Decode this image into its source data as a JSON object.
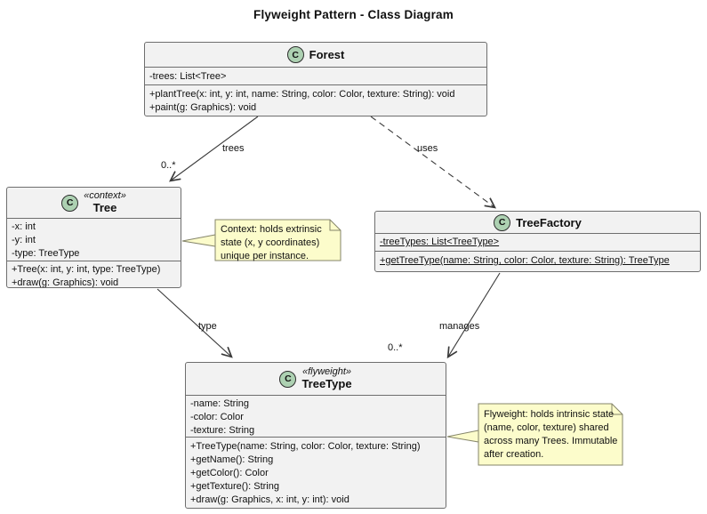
{
  "title": "Flyweight Pattern - Class Diagram",
  "badge": {
    "letter": "C"
  },
  "classes": [
    {
      "name": "Forest",
      "stereotype": "",
      "attributes": [
        "-trees: List<Tree>"
      ],
      "methods": [
        "+plantTree(x: int, y: int, name: String, color: Color, texture: String): void",
        "+paint(g: Graphics): void"
      ]
    },
    {
      "name": "Tree",
      "stereotype": "«context»",
      "attributes": [
        "-x: int",
        "-y: int",
        "-type: TreeType"
      ],
      "methods": [
        "+Tree(x: int, y: int, type: TreeType)",
        "+draw(g: Graphics): void"
      ]
    },
    {
      "name": "TreeFactory",
      "stereotype": "",
      "static_members": true,
      "attributes": [
        "-treeTypes: List<TreeType>"
      ],
      "methods": [
        "+getTreeType(name: String, color: Color, texture: String): TreeType"
      ]
    },
    {
      "name": "TreeType",
      "stereotype": "«flyweight»",
      "attributes": [
        "-name: String",
        "-color: Color",
        "-texture: String"
      ],
      "methods": [
        "+TreeType(name: String, color: Color, texture: String)",
        "+getName(): String",
        "+getColor(): Color",
        "+getTexture(): String",
        "+draw(g: Graphics, x: int, y: int): void"
      ]
    }
  ],
  "notes": [
    {
      "text": "Context: holds extrinsic state (x, y coordinates) unique per instance."
    },
    {
      "text": "Flyweight: holds intrinsic state (name, color, texture) shared across many Trees. Immutable after creation."
    }
  ],
  "edges": [
    {
      "from": "Forest",
      "to": "Tree",
      "style": "solid",
      "label": "trees",
      "multiplicity": "0..*"
    },
    {
      "from": "Forest",
      "to": "TreeFactory",
      "style": "dashed",
      "label": "uses",
      "multiplicity": ""
    },
    {
      "from": "Tree",
      "to": "TreeType",
      "style": "solid",
      "label": "type",
      "multiplicity": ""
    },
    {
      "from": "TreeFactory",
      "to": "TreeType",
      "style": "solid",
      "label": "manages",
      "multiplicity": "0..*"
    }
  ],
  "colors": {
    "class_fill": "#F2F2F2",
    "class_border": "#6E6E6E",
    "circle_fill": "#ADD1B2",
    "circle_border": "#2C2C2C",
    "note_fill": "#FCFCCB",
    "note_border": "#85856A",
    "line": "#3A3A3A"
  }
}
